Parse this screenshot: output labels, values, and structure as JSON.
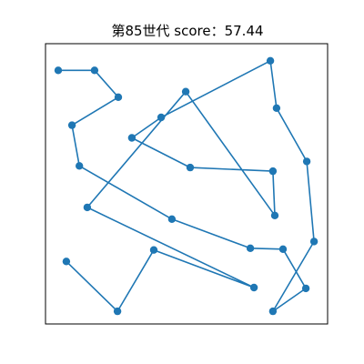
{
  "chart_data": {
    "type": "line",
    "title": "第85世代 score：57.44",
    "xlim": [
      0,
      1
    ],
    "ylim": [
      0,
      1
    ],
    "show_ticks": false,
    "grid": false,
    "line_color": "#1f77b4",
    "marker_color": "#1f77b4",
    "points": [
      {
        "x": 0.045,
        "y": 0.905
      },
      {
        "x": 0.174,
        "y": 0.905
      },
      {
        "x": 0.258,
        "y": 0.809
      },
      {
        "x": 0.094,
        "y": 0.709
      },
      {
        "x": 0.12,
        "y": 0.564
      },
      {
        "x": 0.448,
        "y": 0.374
      },
      {
        "x": 0.726,
        "y": 0.27
      },
      {
        "x": 0.842,
        "y": 0.267
      },
      {
        "x": 0.923,
        "y": 0.127
      },
      {
        "x": 0.806,
        "y": 0.045
      },
      {
        "x": 0.952,
        "y": 0.294
      },
      {
        "x": 0.926,
        "y": 0.58
      },
      {
        "x": 0.819,
        "y": 0.77
      },
      {
        "x": 0.797,
        "y": 0.939
      },
      {
        "x": 0.41,
        "y": 0.737
      },
      {
        "x": 0.306,
        "y": 0.664
      },
      {
        "x": 0.513,
        "y": 0.558
      },
      {
        "x": 0.806,
        "y": 0.545
      },
      {
        "x": 0.813,
        "y": 0.387
      },
      {
        "x": 0.497,
        "y": 0.829
      },
      {
        "x": 0.148,
        "y": 0.416
      },
      {
        "x": 0.739,
        "y": 0.13
      },
      {
        "x": 0.384,
        "y": 0.264
      },
      {
        "x": 0.255,
        "y": 0.045
      },
      {
        "x": 0.074,
        "y": 0.223
      }
    ]
  }
}
